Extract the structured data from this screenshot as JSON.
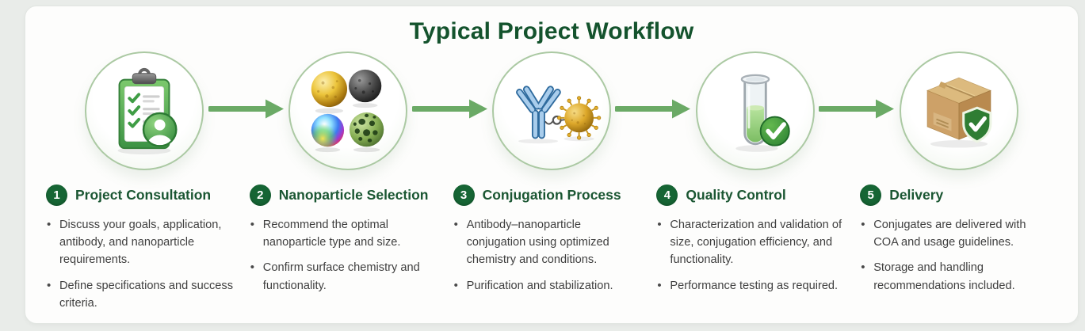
{
  "page": {
    "title": "Typical Project Workflow"
  },
  "colors": {
    "title_green": "#14532d",
    "step_title_green": "#1a5632",
    "badge_green": "#166534",
    "arrow_green": "#6baa66",
    "circle_border_green": "#abc9a3",
    "body_text": "#3f3f3f"
  },
  "steps": [
    {
      "number": "1",
      "title": "Project Consultation",
      "icon": "clipboard-checklist-user-icon",
      "bullets": [
        "Discuss your goals, application, antibody, and nanoparticle requirements.",
        "Define specifications and success criteria."
      ]
    },
    {
      "number": "2",
      "title": "Nanoparticle Selection",
      "icon": "nanoparticle-spheres-icon",
      "bullets": [
        "Recommend the optimal nanoparticle type and size.",
        "Confirm surface chemistry and functionality."
      ]
    },
    {
      "number": "3",
      "title": "Conjugation Process",
      "icon": "antibody-nanoparticle-conjugate-icon",
      "bullets": [
        "Antibody–nanoparticle conjugation using optimized chemistry and conditions.",
        "Purification and stabilization."
      ]
    },
    {
      "number": "4",
      "title": "Quality Control",
      "icon": "test-tube-check-icon",
      "bullets": [
        "Characterization and validation of size, conjugation efficiency, and functionality.",
        "Performance testing as required."
      ]
    },
    {
      "number": "5",
      "title": "Delivery",
      "icon": "package-shield-check-icon",
      "bullets": [
        "Conjugates are delivered with COA and usage guidelines.",
        "Storage and handling recommendations included."
      ]
    }
  ]
}
